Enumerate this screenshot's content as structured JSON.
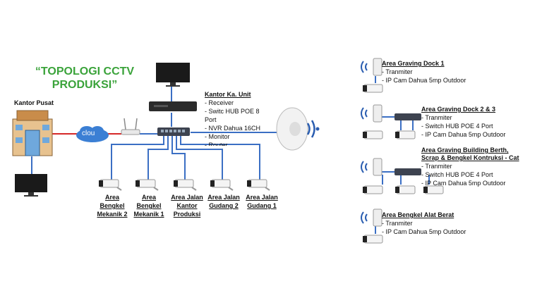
{
  "title": [
    "“TOPOLOGI CCTV",
    "PRODUKSI”"
  ],
  "kantor_pusat": "Kantor Pusat",
  "cloud": "clou",
  "kantor_unit": {
    "heading": "Kantor Ka. Unit",
    "items": [
      "- Receiver",
      "- Switc HUB POE 8",
      "Port",
      "- NVR Dahua 16CH",
      "- Monitor",
      "- Router"
    ]
  },
  "cameras": [
    {
      "lines": [
        "Area",
        "Bengkel",
        "Mekanik 2"
      ]
    },
    {
      "lines": [
        "Area",
        "Bengkel",
        "Mekanik 1"
      ]
    },
    {
      "lines": [
        "Area Jalan",
        "Kantor",
        "Produksi"
      ]
    },
    {
      "lines": [
        "Area Jalan",
        "Gudang 2"
      ]
    },
    {
      "lines": [
        "Area Jalan",
        "Gudang 1"
      ]
    }
  ],
  "sites": [
    {
      "heading": [
        "Area Graving Dock 1"
      ],
      "items": [
        "- Tranmiter",
        "- IP Cam Dahua 5mp Outdoor"
      ]
    },
    {
      "heading": [
        "Area Graving Dock 2 & 3"
      ],
      "items": [
        "- Tranmiter",
        "- Switch HUB POE 4 Port",
        "- IP Cam Dahua 5mp Outdoor"
      ]
    },
    {
      "heading": [
        "Area Graving Building Berth,",
        "Scrap & Bengkel Kontruksi - Cat"
      ],
      "items": [
        "- Tranmiter",
        "- Switch HUB POE 4 Port",
        "- IP Cam Dahua 5mp Outdoor"
      ]
    },
    {
      "heading": [
        "Area Bengkel Alat Berat"
      ],
      "items": [
        "- Tranmiter",
        "- IP Cam Dahua 5mp Outdoor"
      ]
    }
  ],
  "colors": {
    "title": "#3aa33a",
    "wire": "#3b6fc4",
    "link": "#d62828",
    "signal": "#2a5db0"
  }
}
